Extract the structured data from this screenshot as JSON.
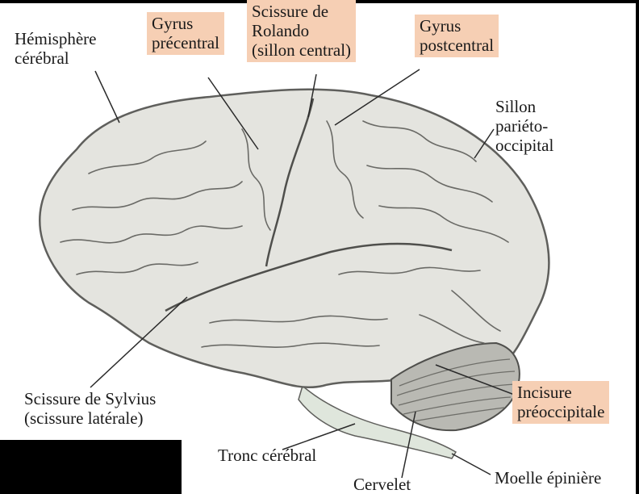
{
  "colors": {
    "brain_fill": "#e4e4df",
    "brain_stroke": "#5f5f5c",
    "cerebellum_fill": "#b9b9b3",
    "highlight_box": "#f6cfb4",
    "background": "#ffffff",
    "border": "#000000"
  },
  "labels": {
    "hemisphere": "Hémisphère\ncérébral",
    "precentral": "Gyrus\nprécentral",
    "rolando": "Scissure de\nRolando\n(sillon central)",
    "postcentral": "Gyrus\npostcentral",
    "parieto_occipital": "Sillon\npariéto-\noccipital",
    "sylvius": "Scissure de Sylvius\n(scissure latérale)",
    "preoccipital": "Incisure\npréoccipitale",
    "brainstem": "Tronc cérébral",
    "cerebellum": "Cervelet",
    "spinal_cord": "Moelle épinière"
  }
}
